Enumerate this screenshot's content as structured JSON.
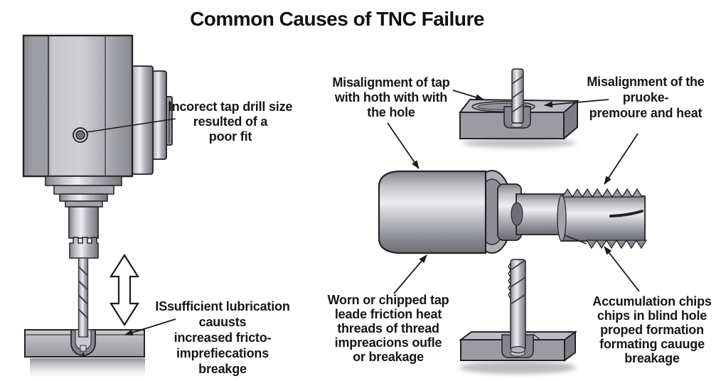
{
  "title": "Common Causes of TNC Failure",
  "labels": {
    "incorrect_tap": "Incorect tap drill size\nresulted of a\npoor fit",
    "insufficient_lube": "ISsufficient lubrication\ncauusts\nincreased fricto-\nimprefiecations\nbreakge",
    "misalignment_tap": "Misalignment of tap\nwith hoth with with\nthe hole",
    "misalignment_pressure": "Misalignment of the\npruoke-\npremoure and heat",
    "worn_tap": "Worn or chipped tap\nleade friction heat\nthreads of thread\nimpreacions oufle\nor breakage",
    "chip_accumulation": "Accumulation chips\nchips in blind hole\nproped formation\nformating cauuge\nbreakage"
  },
  "illustrations": {
    "drill_press": "tapping-machine-with-drill-icon",
    "tap_holder": "tap-holder-with-threaded-tap-icon",
    "angled_block": "misaligned-tap-in-block-icon",
    "blind_hole_block": "tap-in-blind-hole-block-icon",
    "double_arrow": "up-down-arrow-icon"
  },
  "colors": {
    "background": "#ffffff",
    "text": "#141414",
    "metal_light": "#eeeef1",
    "metal_mid": "#a8a8b0",
    "metal_dark": "#77777f",
    "outline": "#222226"
  }
}
